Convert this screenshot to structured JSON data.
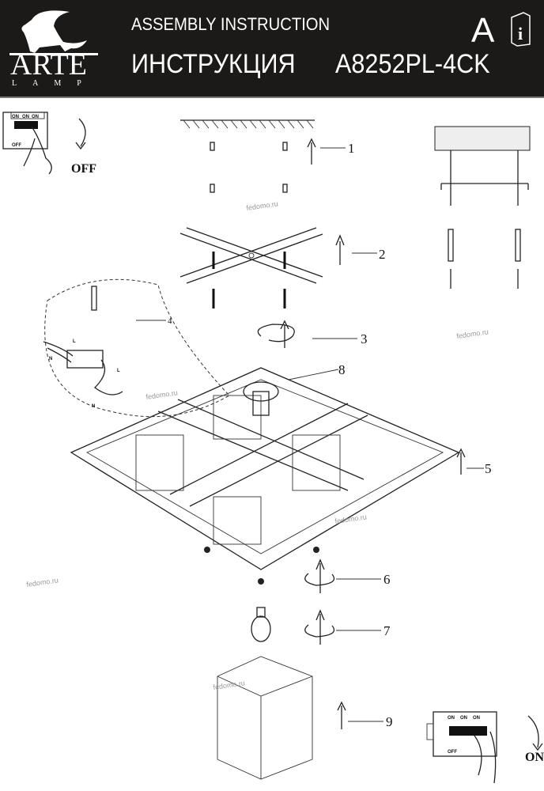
{
  "header": {
    "brand": "ARTE",
    "brand_sub": "LAMP",
    "title_en": "ASSEMBLY INSTRUCTION",
    "title_ru": "ИНСТРУКЦИЯ",
    "model": "A8252PL-4CK",
    "language_mark": "A"
  },
  "switches": {
    "off_label": "OFF",
    "on_label": "ON",
    "switch_on": "ON",
    "switch_off": "OFF"
  },
  "steps": [
    "1",
    "2",
    "3",
    "4",
    "5",
    "6",
    "7",
    "8",
    "9"
  ],
  "wiring": {
    "n": "N",
    "l": "L"
  },
  "watermark": "fedomo.ru"
}
